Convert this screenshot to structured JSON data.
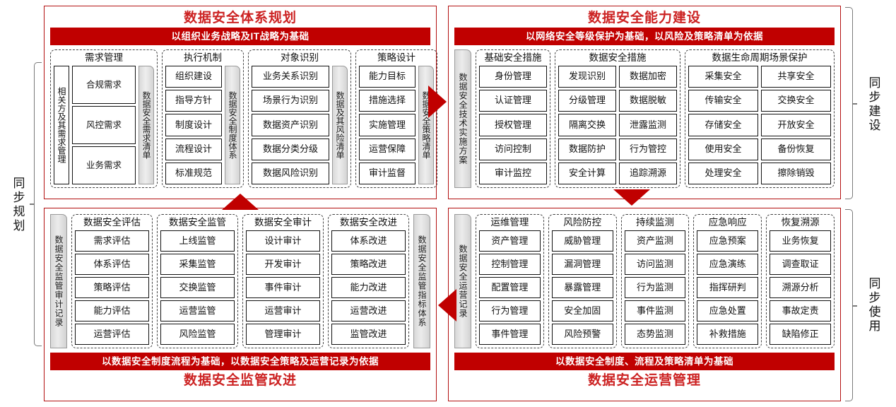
{
  "side_labels": {
    "left": "同步规划",
    "right_top": "同步建设",
    "right_bottom": "同步使用"
  },
  "arrows": {
    "top_right_arrow": "arrow-right-icon",
    "bottom_left_arrow": "arrow-left-icon",
    "left_up_arrow": "arrow-up-icon",
    "right_down_arrow": "arrow-down-icon"
  },
  "quadrants": {
    "planning": {
      "title": "数据安全体系规划",
      "banner": "以组织业务战略及IT战略为基础",
      "groups": [
        {
          "title": "需求管理",
          "left_vertical": "相关方及其需求管理",
          "cells": [
            "合规需求",
            "风控需求",
            "业务需求"
          ],
          "right_grey": "数据安全需求清单"
        },
        {
          "title": "执行机制",
          "cells": [
            "组织建设",
            "指导方针",
            "制度设计",
            "流程设计",
            "标准规范"
          ],
          "right_grey": "数据安全制度体系"
        },
        {
          "title": "对象识别",
          "cells": [
            "业务关系识别",
            "场景行为识别",
            "数据资产识别",
            "数据分类分级",
            "数据风险识别"
          ],
          "right_grey": "数据及其风险清单"
        },
        {
          "title": "策略设计",
          "cells": [
            "能力目标",
            "措施选择",
            "实施管理",
            "运营保障",
            "审计监督"
          ],
          "right_grey": "数据安全策略清单"
        }
      ]
    },
    "capability": {
      "title": "数据安全能力建设",
      "banner": "以网络安全等级保护为基础，以风险及策略清单为依据",
      "left_grey": "数据安全技术实施方案",
      "groups": [
        {
          "title": "基础安全措施",
          "columns": [
            [
              "身份管理",
              "认证管理",
              "授权管理",
              "访问控制",
              "审计监控"
            ]
          ]
        },
        {
          "title": "数据安全措施",
          "columns": [
            [
              "发现识别",
              "分级管理",
              "隔离交换",
              "数据防护",
              "安全计算"
            ],
            [
              "数据加密",
              "数据脱敏",
              "泄露监测",
              "行为管控",
              "追踪溯源"
            ]
          ]
        },
        {
          "title": "数据生命周期场景保护",
          "columns": [
            [
              "采集安全",
              "传输安全",
              "存储安全",
              "使用安全",
              "处理安全"
            ],
            [
              "共享安全",
              "交换安全",
              "开放安全",
              "备份恢复",
              "擦除销毁"
            ]
          ]
        }
      ]
    },
    "supervision": {
      "title": "数据安全监管改进",
      "banner": "以数据安全制度流程为基础，以数据安全策略及运营记录为依据",
      "left_grey": "数据安全监管审计记录",
      "right_grey": "数据安全监管指标体系",
      "groups": [
        {
          "title": "数据安全评估",
          "cells": [
            "需求评估",
            "体系评估",
            "策略评估",
            "能力评估",
            "运营评估"
          ]
        },
        {
          "title": "数据安全监管",
          "cells": [
            "上线监管",
            "采集监管",
            "交换监管",
            "运营监管",
            "风险监管"
          ]
        },
        {
          "title": "数据安全审计",
          "cells": [
            "设计审计",
            "开发审计",
            "事件审计",
            "运营审计",
            "管理审计"
          ]
        },
        {
          "title": "数据安全改进",
          "cells": [
            "体系改进",
            "策略改进",
            "能力改进",
            "运营改进",
            "监管改进"
          ]
        }
      ]
    },
    "operation": {
      "title": "数据安全运营管理",
      "banner": "以数据安全制度、流程及策略清单为基础",
      "left_grey": "数据安全运营记录",
      "groups": [
        {
          "title": "运维管理",
          "cells": [
            "资产管理",
            "控制管理",
            "配置管理",
            "行为管理",
            "事件管理"
          ]
        },
        {
          "title": "风险防控",
          "cells": [
            "威胁管理",
            "漏洞管理",
            "暴露管理",
            "安全加固",
            "风险预警"
          ]
        },
        {
          "title": "持续监测",
          "cells": [
            "资产监测",
            "访问监测",
            "行为监测",
            "事件监测",
            "态势监测"
          ]
        },
        {
          "title": "应急响应",
          "cells": [
            "应急预案",
            "应急演练",
            "指挥研判",
            "应急处置",
            "补救措施"
          ]
        },
        {
          "title": "恢复溯源",
          "cells": [
            "业务恢复",
            "调查取证",
            "溯源分析",
            "事故定责",
            "缺陷修正"
          ]
        }
      ]
    }
  },
  "colors": {
    "banner_red": "#C00000",
    "title_red": "#CC2222",
    "border_red": "#B31010",
    "grey_tab": "#E4E4E4"
  }
}
